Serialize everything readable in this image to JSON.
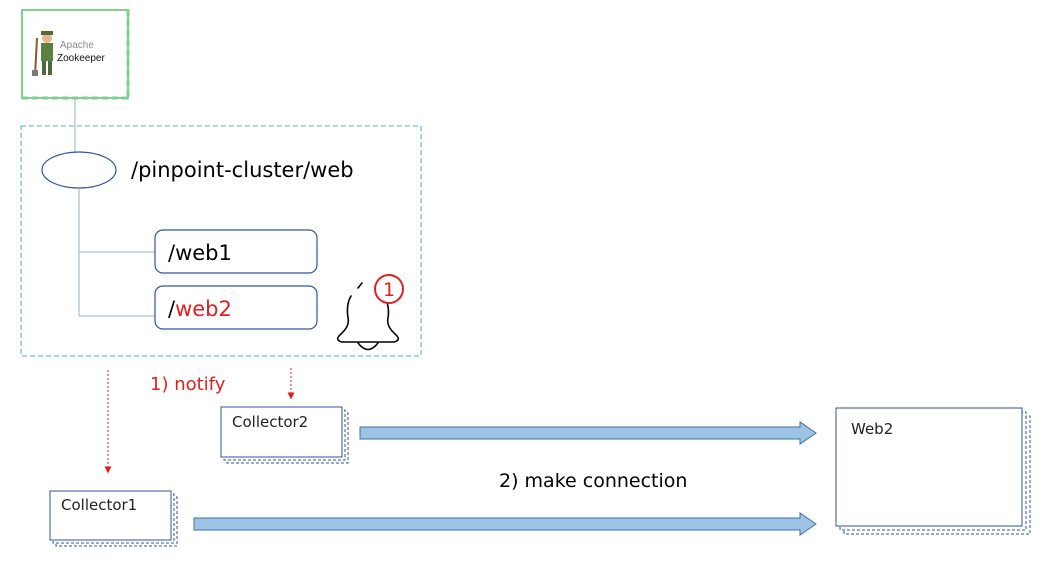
{
  "zookeeper_logo": {
    "line1": "Apache",
    "line2": "Zookeeper"
  },
  "znode_root": "/pinpoint-cluster/web",
  "znode_web1": "/web1",
  "znode_web2": {
    "prefix": "/",
    "name": "web2"
  },
  "alert_badge": "1",
  "step1_label": "1) notify",
  "step2_label": "2) make connection",
  "collector1": "Collector1",
  "collector2": "Collector2",
  "web2_box": "Web2",
  "colors": {
    "accent_red": "#e02020",
    "arrow_fill": "#9dc3e6",
    "arrow_stroke": "#41719c",
    "dashed_border": "#4bacc6",
    "node_border": "#2f5597",
    "logo_border": "#7ed08a"
  },
  "icons": [
    "zookeeper-logo-icon",
    "bell-icon",
    "badge-circle-icon"
  ]
}
